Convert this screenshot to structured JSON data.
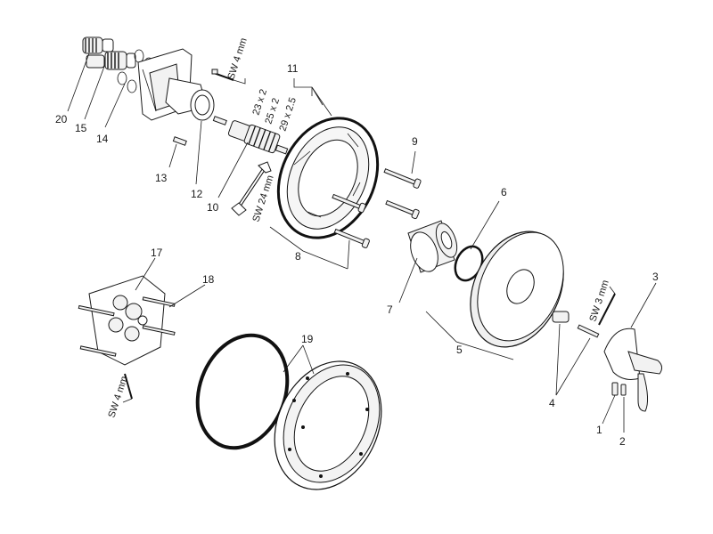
{
  "callouts": {
    "c1": "1",
    "c2": "2",
    "c3": "3",
    "c4": "4",
    "c5": "5",
    "c6": "6",
    "c7": "7",
    "c8": "8",
    "c9": "9",
    "c10": "10",
    "c11": "11",
    "c12": "12",
    "c13": "13",
    "c14": "14",
    "c15": "15",
    "c17": "17",
    "c18": "18",
    "c19": "19",
    "c20": "20"
  },
  "tool_labels": {
    "sw4_top": "SW 4 mm",
    "sw24": "SW 24 mm",
    "sw3": "SW 3 mm",
    "sw4_left": "SW 4 mm"
  },
  "oring_sizes": [
    "23 x 2",
    "25 x 2",
    "29 x 2.5"
  ]
}
